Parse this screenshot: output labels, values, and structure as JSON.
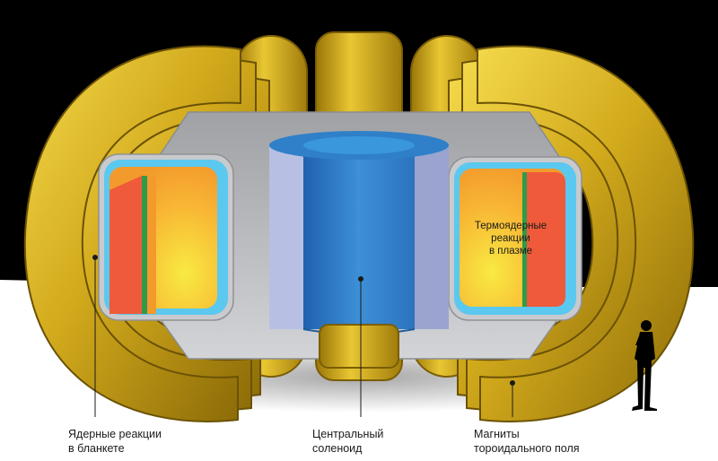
{
  "labels": {
    "blanket": [
      "Ядерные реакции",
      "в бланкете"
    ],
    "solenoid": [
      "Центральный",
      "соленоид"
    ],
    "magnets": [
      "Магниты",
      "тороидального поля"
    ],
    "plasma": [
      "Термоядерные",
      "реакции",
      "в плазме"
    ]
  },
  "colors": {
    "background_top": "#000000",
    "background_bottom": "#ffffff",
    "coil_gold": "#c9a417",
    "coil_light": "#f0d040",
    "coil_dark": "#7a5e06",
    "vessel_grey": "#b9bbbf",
    "vessel_blue": "#5bc8ef",
    "plasma_orange": "#f7a12e",
    "plasma_yellow": "#f8e040",
    "blanket_red": "#ef5a3a",
    "blanket_green": "#2f9a4a",
    "solenoid_blue": "#2f80c8",
    "solenoid_lavender": "#a8b2da"
  },
  "icons": [
    "human-silhouette-icon"
  ]
}
